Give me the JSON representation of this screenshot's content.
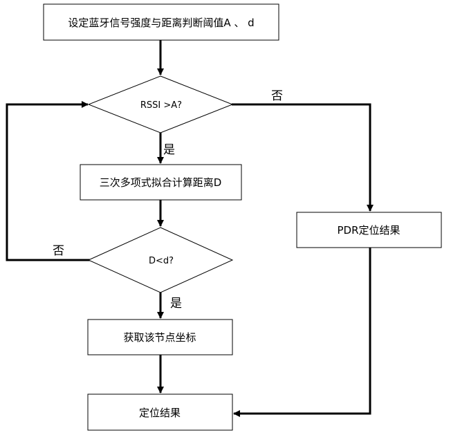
{
  "nodes": {
    "set_threshold": "设定蓝牙信号强度与距离判断阈值A 、 d",
    "rssi_check": "RSSI >A?",
    "poly_fit": "三次多项式拟合计算距离D",
    "pdr_result": "PDR定位结果",
    "d_check": "D<d?",
    "get_coord": "获取该节点坐标",
    "final_result": "定位结果"
  },
  "edges": {
    "rssi_no": "否",
    "rssi_yes": "是",
    "d_no": "否",
    "d_yes": "是"
  }
}
